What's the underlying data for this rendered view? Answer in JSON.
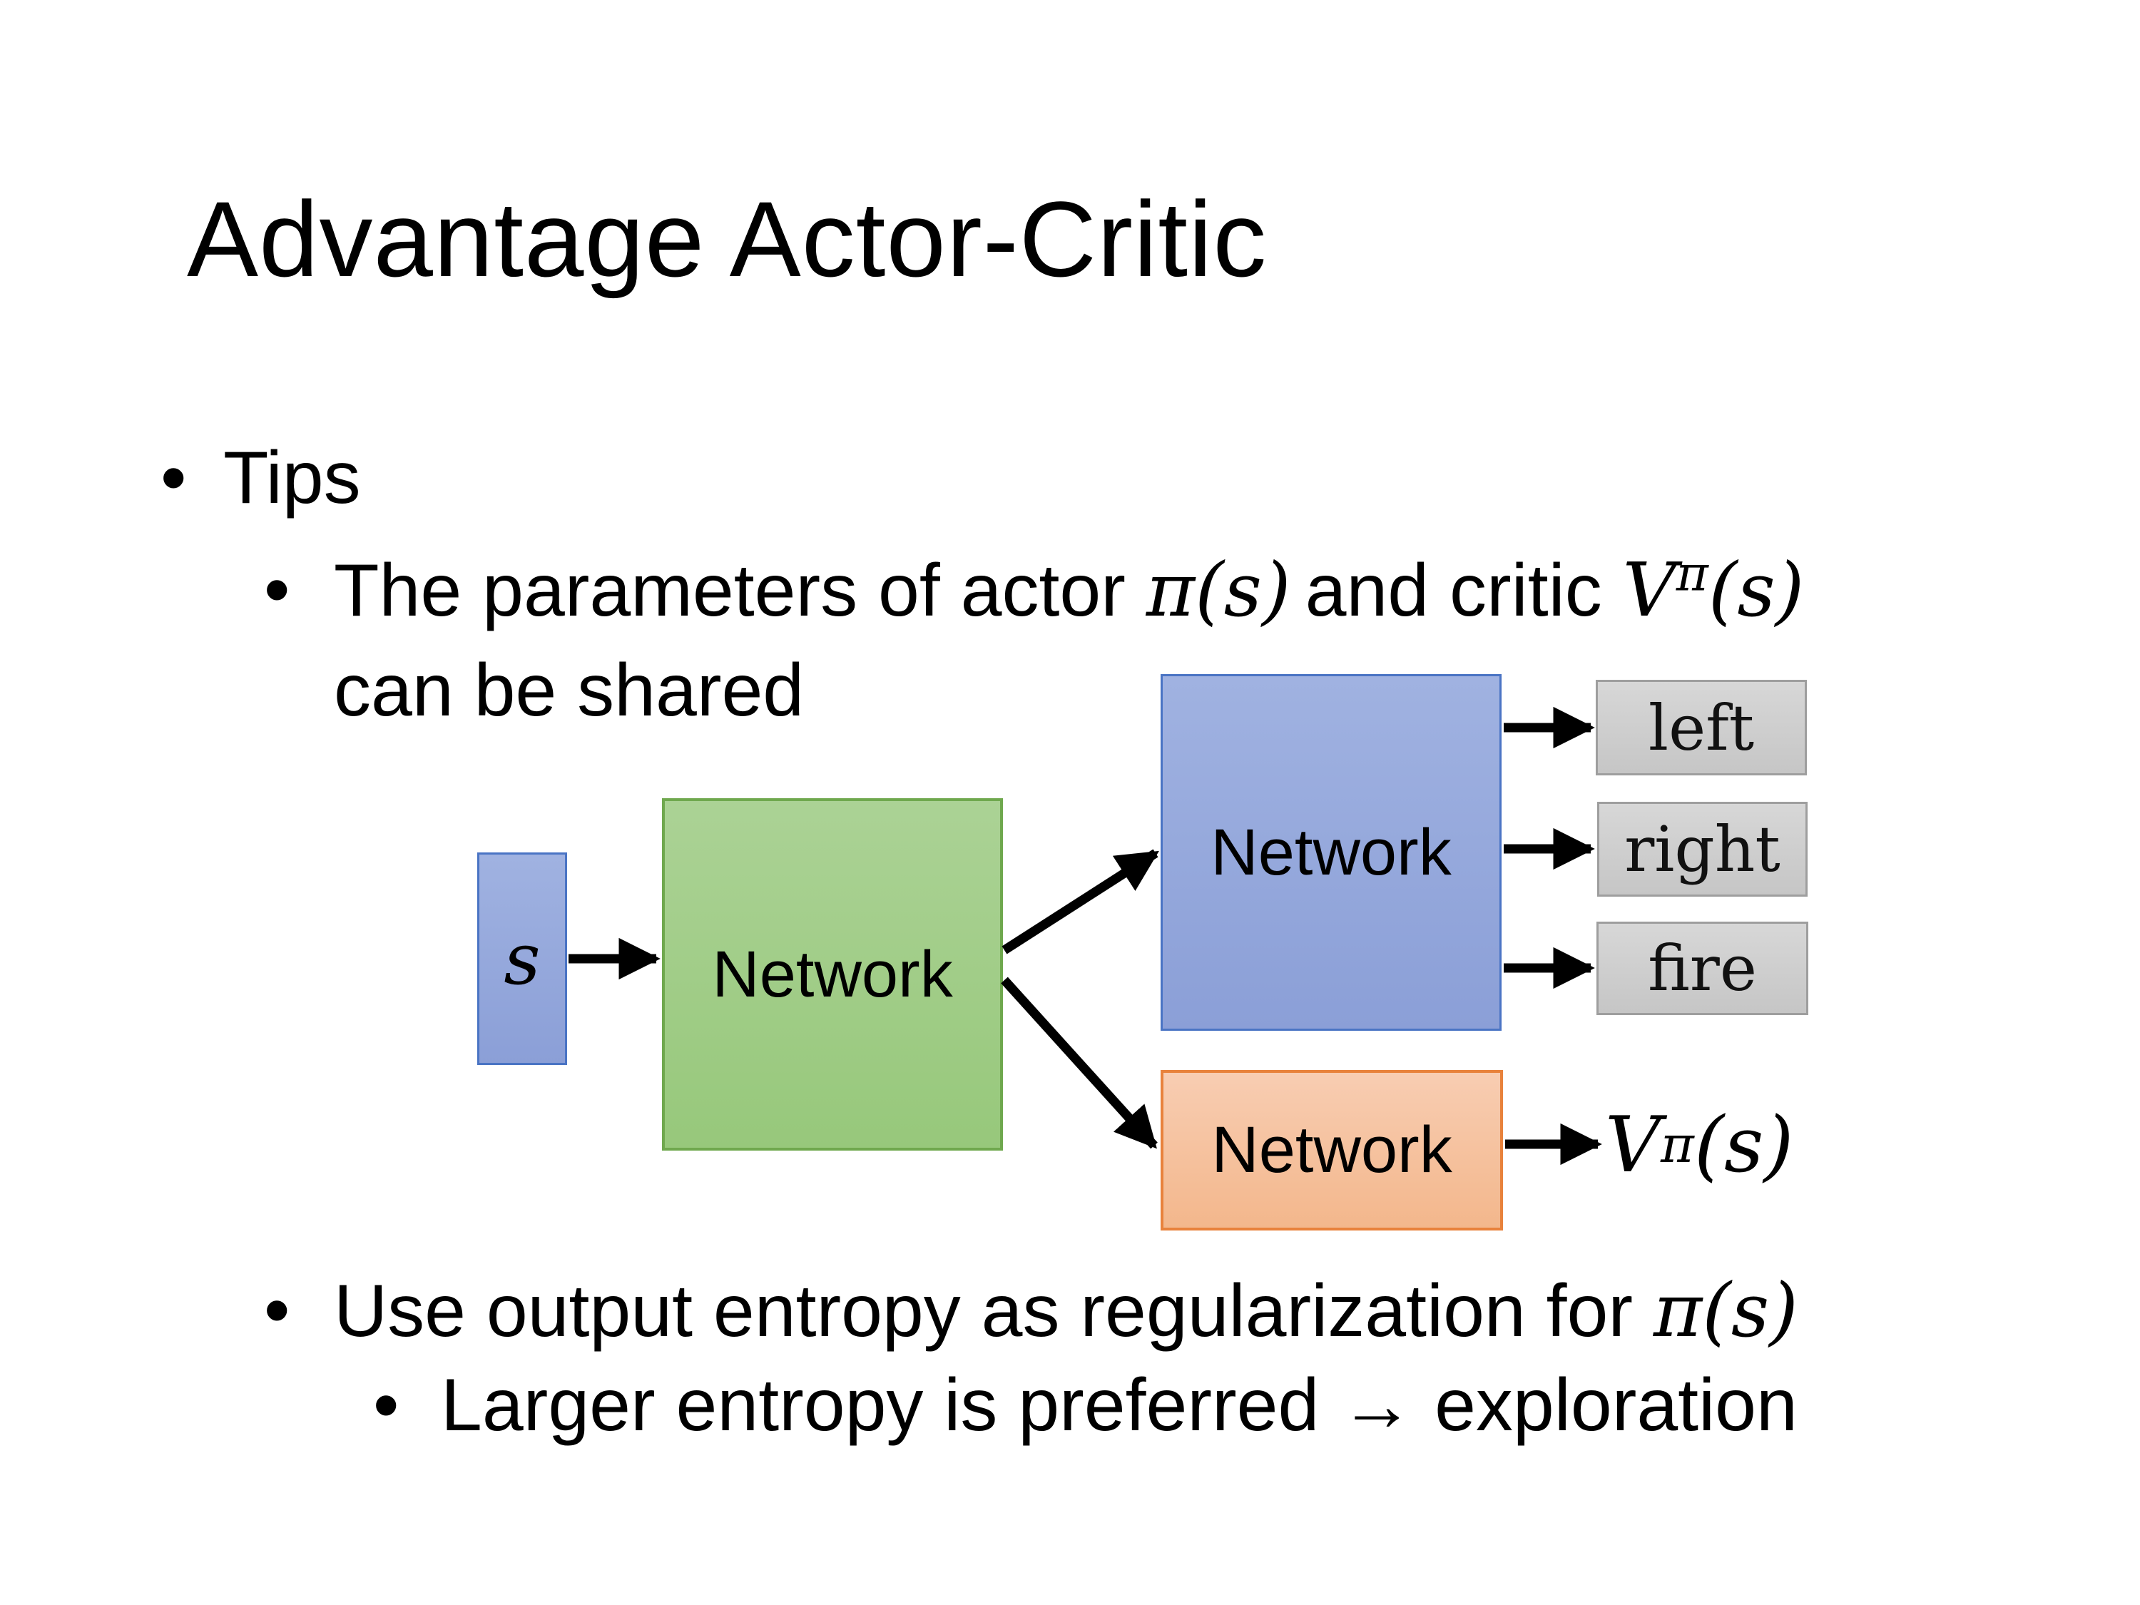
{
  "slide": {
    "title": "Advantage Actor-Critic",
    "bullets": {
      "tips_label": "Tips",
      "b1_text1": "The parameters of actor ",
      "b1_math1": "π(s)",
      "b1_text2": "and critic ",
      "b1_v": "V",
      "b1_vsup": "π",
      "b1_varg": "(s)",
      "b1_line2": "can be shared",
      "b2_text1": "Use output entropy as regularization for ",
      "b2_math1": "π(s)",
      "b3_text": "Larger entropy is preferred → exploration",
      "bullet_glyph": "•"
    }
  },
  "diagram": {
    "input_label": "s",
    "shared_network_label": "Network",
    "actor_network_label": "Network",
    "critic_network_label": "Network",
    "actions": [
      "left",
      "right",
      "fire"
    ],
    "critic_output_v": "V",
    "critic_output_sup": "π",
    "critic_output_arg": "(s)",
    "colors": {
      "blue_fill_top": "#a0b2e1",
      "blue_fill_bottom": "#8b9fd7",
      "blue_border": "#4a74c4",
      "green_fill_top": "#abd295",
      "green_fill_bottom": "#97c87b",
      "green_border": "#6fa84e",
      "orange_fill_top": "#f8cdb2",
      "orange_fill_bottom": "#f3b78c",
      "orange_border": "#e8823c",
      "gray_fill_top": "#d7d7d7",
      "gray_fill_bottom": "#c6c6c6",
      "gray_border": "#9e9e9e",
      "arrow": "#000000"
    }
  }
}
